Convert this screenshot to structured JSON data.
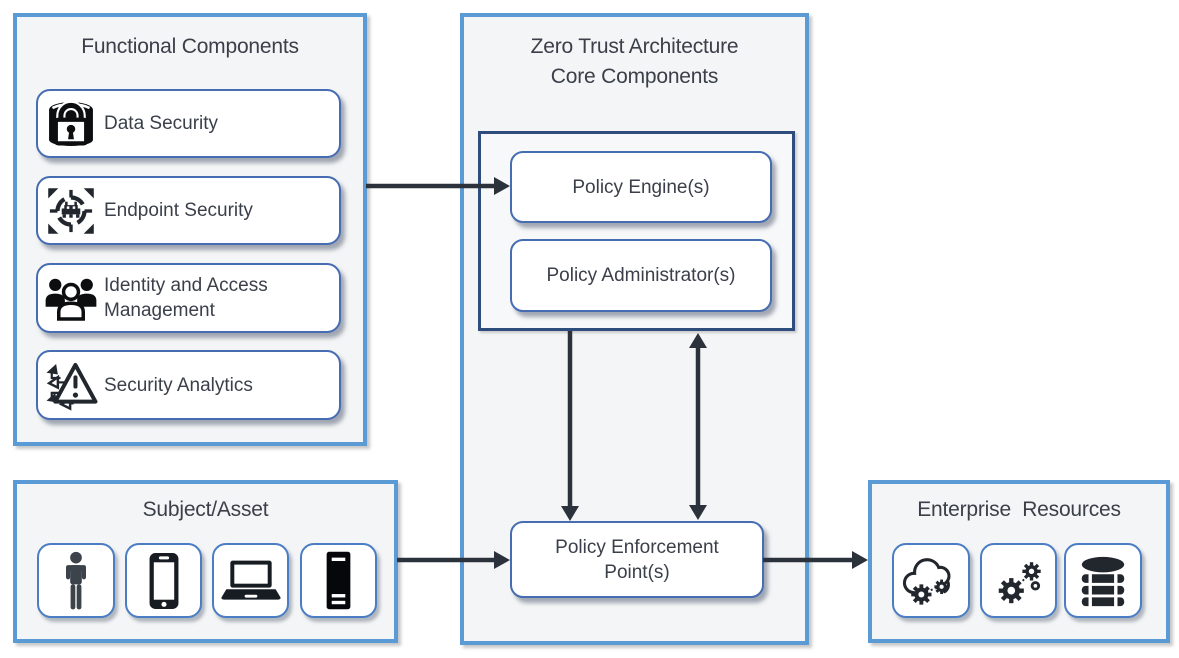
{
  "functional": {
    "title": "Functional Components",
    "items": [
      {
        "label": "Data Security",
        "icon": "database-lock-icon"
      },
      {
        "label": "Endpoint Security",
        "icon": "bug-crosshair-icon"
      },
      {
        "label_line1": "Identity and",
        "label_line2": "Access Management",
        "icon": "people-group-icon"
      },
      {
        "label": "Security Analytics",
        "icon": "analytics-warning-icon"
      }
    ]
  },
  "core": {
    "title_line1": "Zero Trust Architecture",
    "title_line2": "Core Components",
    "policy_engine_label": "Policy Engine(s)",
    "policy_admin_label": "Policy Administrator(s)",
    "pep_line1": "Policy Enforcement",
    "pep_line2": "Point(s)"
  },
  "subject": {
    "title": "Subject/Asset",
    "icons": [
      "person-icon",
      "smartphone-icon",
      "laptop-icon",
      "server-tower-icon"
    ]
  },
  "enterprise": {
    "title": "Enterprise  Resources",
    "icons": [
      "cloud-gears-icon",
      "gears-icon",
      "database-icon"
    ]
  },
  "colors": {
    "panel_border": "#5b9bd5",
    "node_border": "#466cb2",
    "group_border": "#2e4d7c",
    "arrow": "#2c323c",
    "text": "#3a3f4a",
    "icon_black": "#0c0e10",
    "icon_charcoal": "#22272e",
    "person_gray": "#3d434b"
  }
}
